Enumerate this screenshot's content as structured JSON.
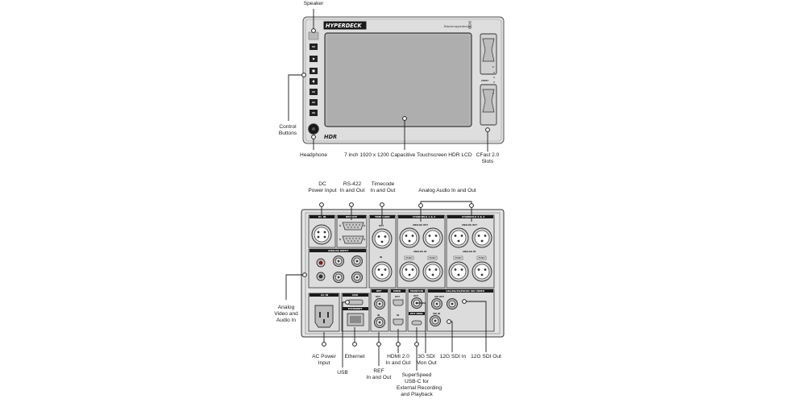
{
  "front": {
    "logo": "HYPERDECK",
    "maker": "Blackmagicdesign",
    "hdr_badge": "HDR",
    "cfast_label": "CFAST",
    "slot_numbers": [
      "1",
      "2"
    ],
    "labels": {
      "speaker": "Speaker",
      "control_buttons": [
        "Control",
        "Buttons"
      ],
      "headphone": "Headphone",
      "lcd": "7 inch 1920 x 1200 Capacitive Touchscreen HDR LCD",
      "cfast_slots": [
        "CFast 2.0",
        "Slots"
      ]
    }
  },
  "rear": {
    "panel_headers": {
      "dc_in": "DC IN",
      "remote": "REMOTE",
      "time_code": "TIME CODE",
      "ch12": "CHANNELS 1 & 2",
      "ch34": "CHANNELS 3 & 4",
      "analog_input": "ANALOG INPUT",
      "ac_in": "AC IN",
      "usb": "USB",
      "ethernet": "ETHERNET",
      "ref": "REF",
      "hdmi": "HDMI",
      "monitor": "MONITOR",
      "ext_disk": "EXT DISK",
      "sdi": "12G/6G/3G/HD/SD SDI VIDEO",
      "out": "OUT",
      "in": "IN",
      "sdi_out": "SDI OUT",
      "sdi_in": "SDI IN",
      "analog_out": "ANALOG OUT",
      "analog_in": "ANALOG IN",
      "push": "PUSH"
    },
    "labels": {
      "dc": [
        "DC",
        "Power Input"
      ],
      "rs422": [
        "RS-422",
        "In and Out"
      ],
      "timecode": [
        "Timecode",
        "In and Out"
      ],
      "analog_audio": "Analog Audio In and Out",
      "analog_video": [
        "Analog",
        "Video and",
        "Audio In"
      ],
      "ac_power": [
        "AC Power",
        "Input"
      ],
      "usb": "USB",
      "ethernet": "Ethernet",
      "ref": [
        "REF",
        "In and Out"
      ],
      "hdmi": [
        "HDMI 2.0",
        "In and Out"
      ],
      "superspeed": [
        "SuperSpeed",
        "USB-C for",
        "External Recording",
        "and Playback"
      ],
      "sdi_mon": [
        "3G SDI",
        "Mon Out"
      ],
      "sdi_in": "12G SDI In",
      "sdi_out": "12G SDI Out"
    }
  }
}
